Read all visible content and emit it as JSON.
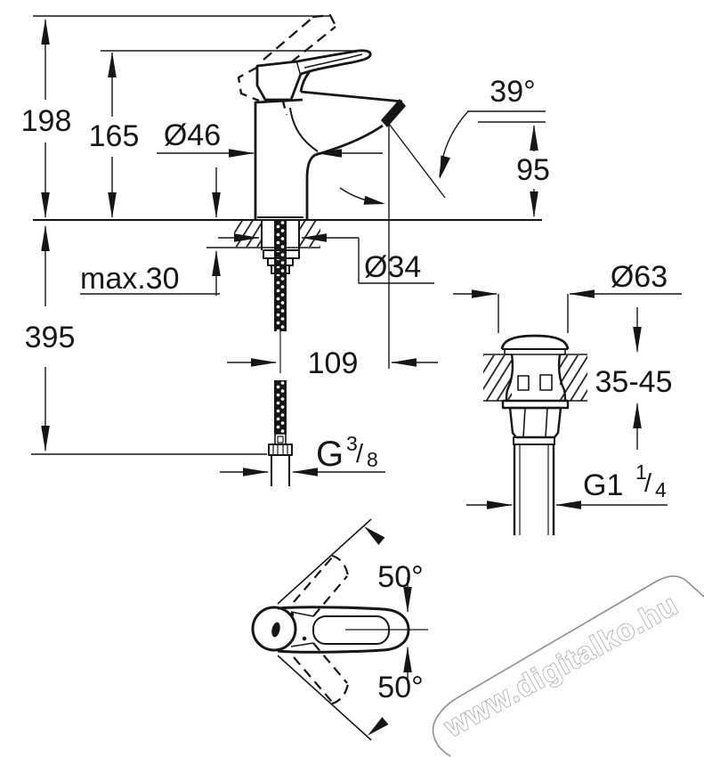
{
  "drawing": {
    "type": "faucet-installation-dimension-diagram",
    "dims": {
      "total_height": "198",
      "handle_height": "165",
      "body_diameter": "Ø46",
      "spout_angle": "39°",
      "outlet_height": "95",
      "deck_thickness_max": "max.30",
      "hole_diameter": "Ø34",
      "hose_length": "395",
      "spout_projection": "109",
      "hose_thread_g": "G",
      "hose_thread_num": "3",
      "hose_thread_slash": "/",
      "hose_thread_den": "8",
      "drain_cap_diameter": "Ø63",
      "drain_deck_range": "35-45",
      "drain_thread_g": "G1",
      "drain_thread_num": "1",
      "drain_thread_slash": "/",
      "drain_thread_den": "4",
      "handle_swivel_upper": "50°",
      "handle_swivel_lower": "50°"
    },
    "watermark": {
      "text": "www.digitalko.hu"
    },
    "colors": {
      "line": "#161616",
      "background": "#ffffff",
      "watermark_outline": "#a8a8a8",
      "watermark_fill": "#ffffff"
    }
  }
}
